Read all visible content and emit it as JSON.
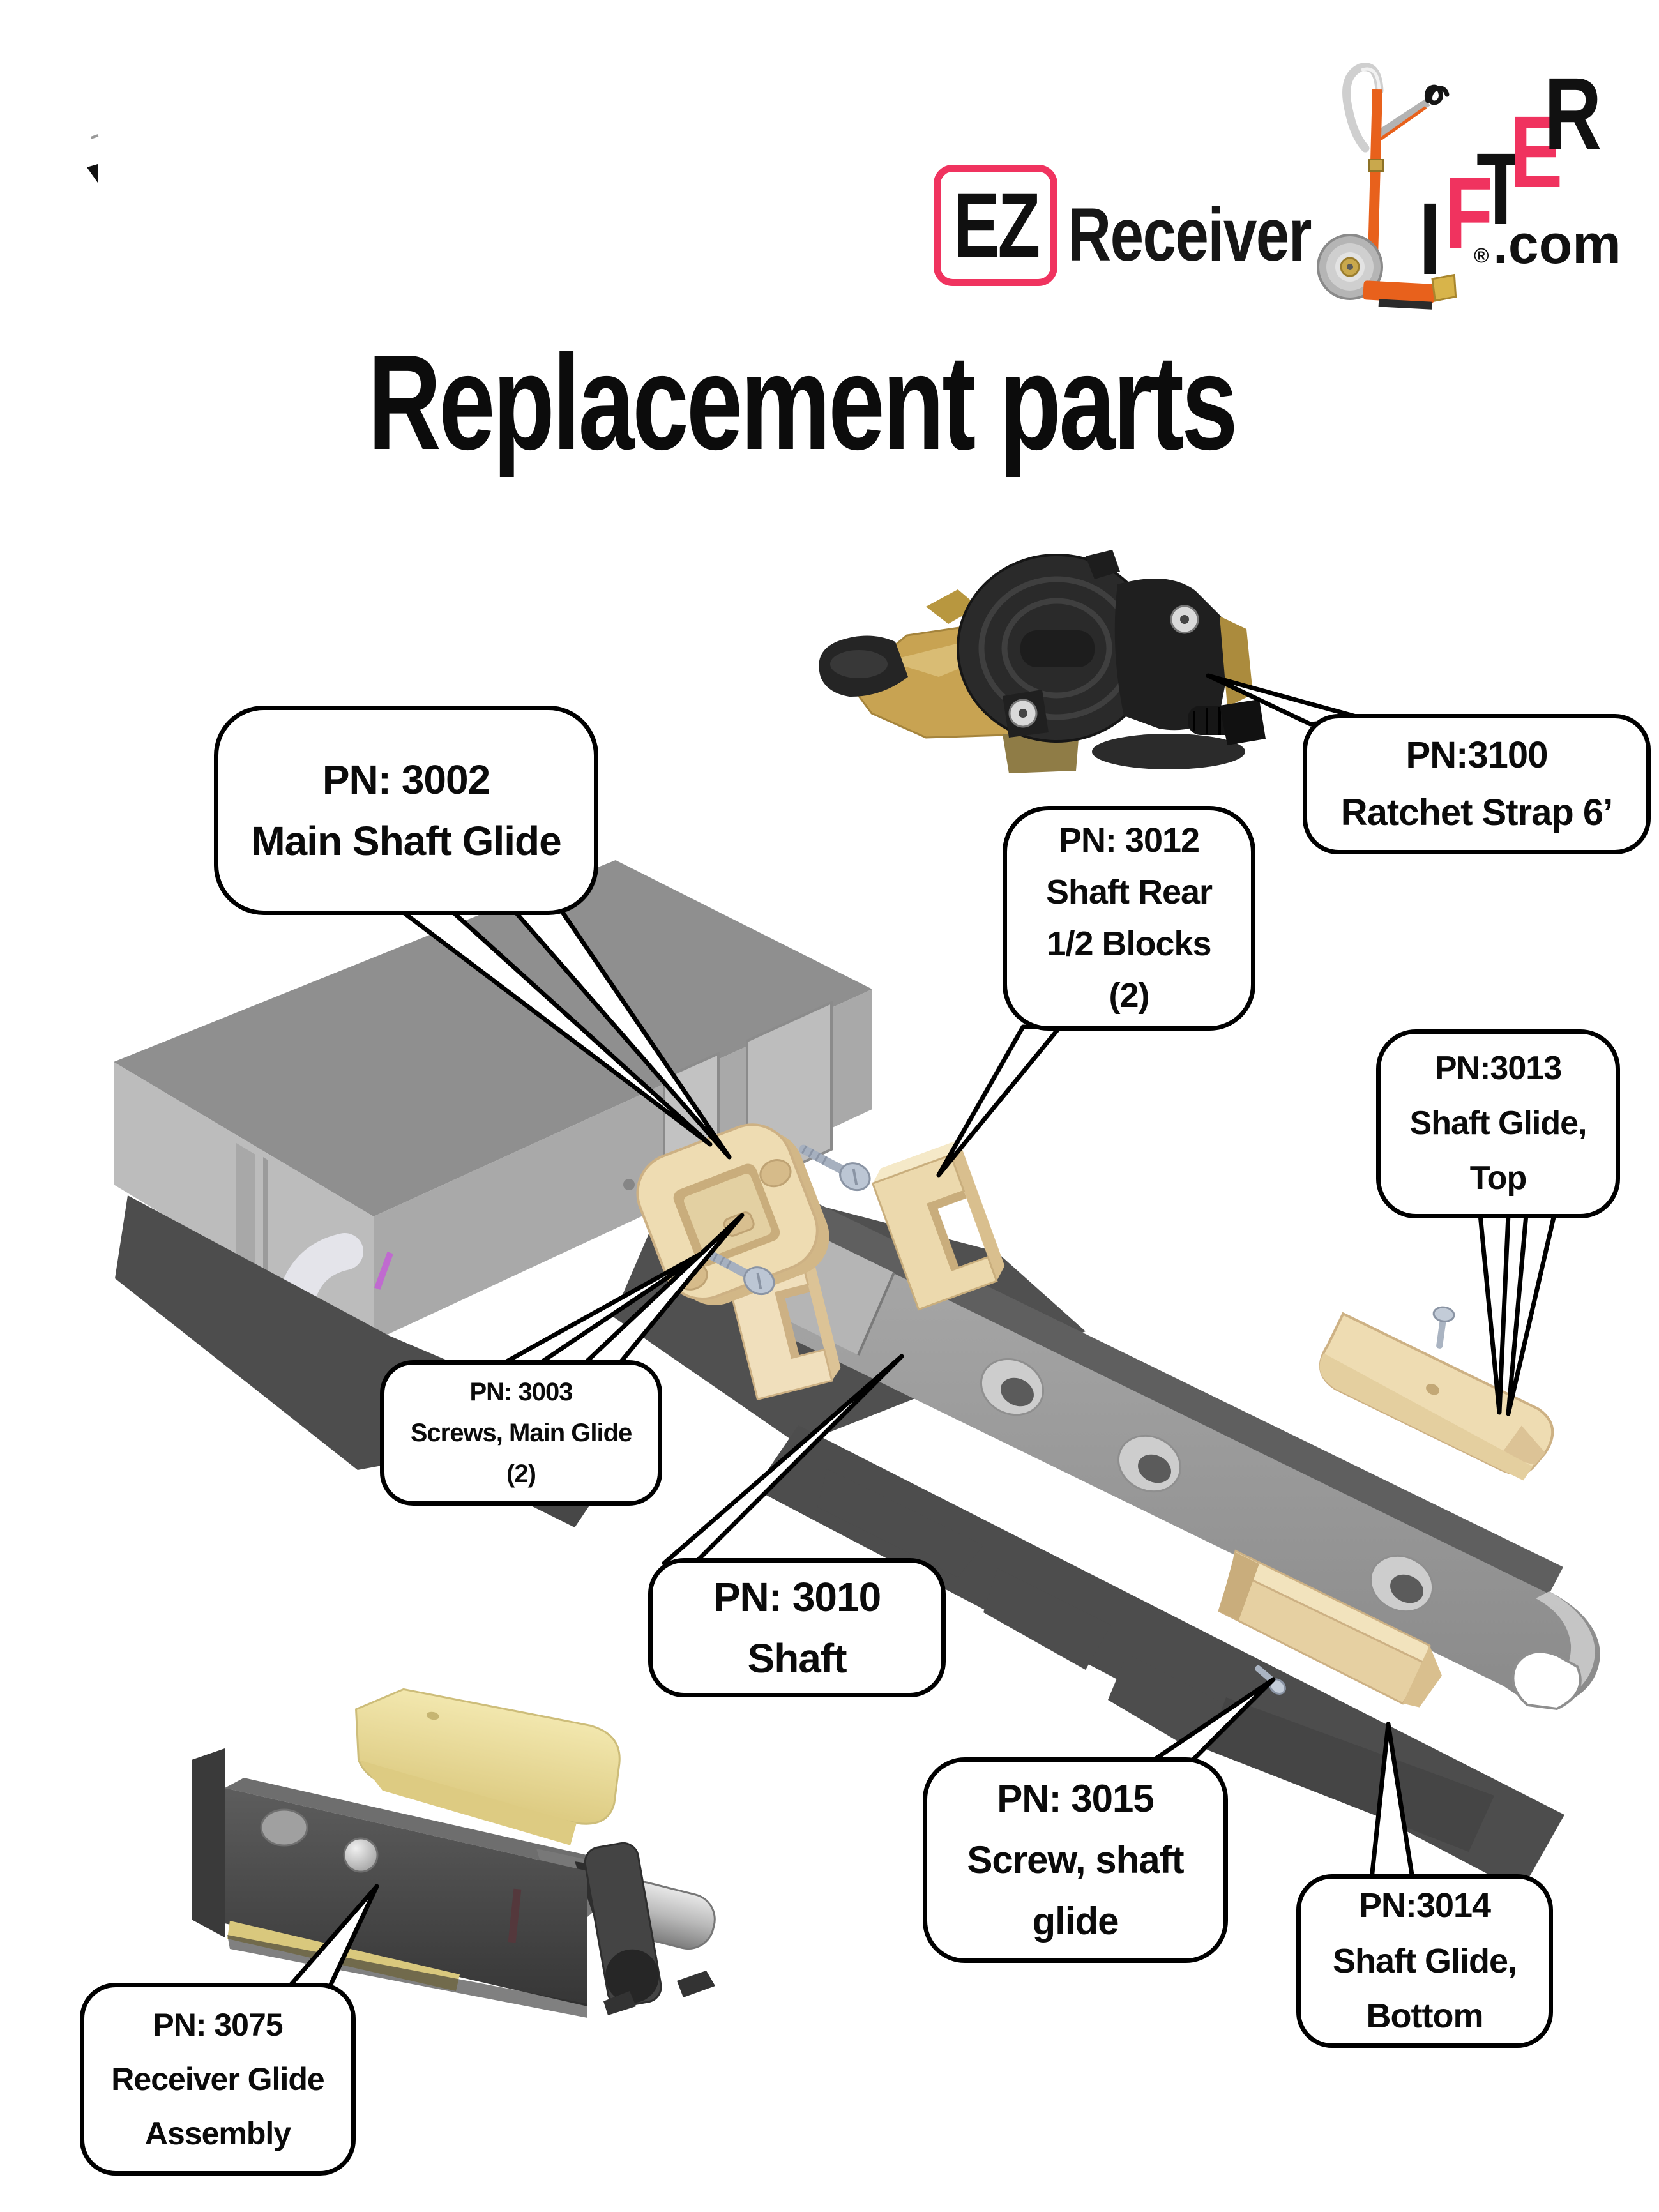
{
  "logo": {
    "ez": "EZ",
    "receiver": "Receiver",
    "lifter_letters": [
      {
        "char": "I",
        "color": "#111111"
      },
      {
        "char": "F",
        "color": "#f0335f"
      },
      {
        "char": "T",
        "color": "#111111"
      },
      {
        "char": "E",
        "color": "#f0335f"
      },
      {
        "char": "R",
        "color": "#111111"
      }
    ],
    "registered": "®",
    "domain_suffix": ".com"
  },
  "title": "Replacement parts",
  "callouts": {
    "pn3100": {
      "lines": [
        "PN:3100",
        "Ratchet Strap 6’"
      ]
    },
    "pn3002": {
      "lines": [
        "PN: 3002",
        "Main Shaft Glide"
      ]
    },
    "pn3012": {
      "lines": [
        "PN: 3012",
        "Shaft Rear",
        "1/2 Blocks",
        "(2)"
      ]
    },
    "pn3013": {
      "lines": [
        "PN:3013",
        "Shaft Glide,",
        "Top"
      ]
    },
    "pn3003": {
      "lines": [
        "PN: 3003",
        "Screws, Main Glide",
        "(2)"
      ]
    },
    "pn3010": {
      "lines": [
        "PN: 3010",
        "Shaft"
      ]
    },
    "pn3015": {
      "lines": [
        "PN: 3015",
        "Screw, shaft",
        "glide"
      ]
    },
    "pn3014": {
      "lines": [
        "PN:3014",
        "Shaft Glide,",
        "Bottom"
      ]
    },
    "pn3075": {
      "lines": [
        "PN: 3075",
        "Receiver Glide",
        "Assembly"
      ]
    }
  },
  "colors": {
    "brand_pink": "#f0335f",
    "brand_orange": "#e8611c",
    "part_tan": "#ecd9ad",
    "receiver_pad_yellow": "#e8da93",
    "metal_gray": "#9c9c9c",
    "shadow_gray": "#4d4d4d",
    "callout_border": "#000000"
  }
}
